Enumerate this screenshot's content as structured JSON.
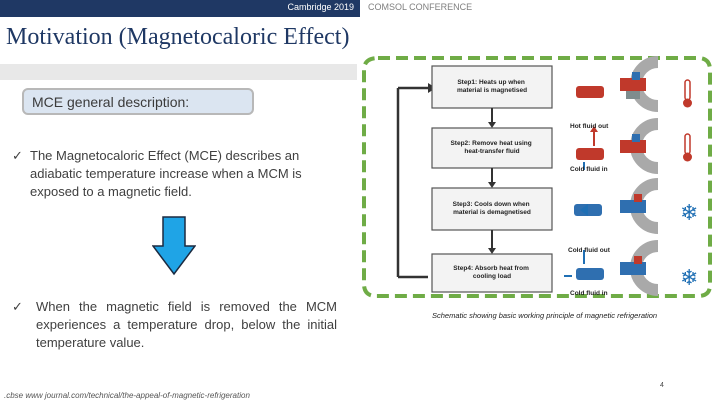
{
  "header": {
    "left_label": "Cambridge 2019",
    "right_label": "COMSOL CONFERENCE"
  },
  "slide": {
    "title": "Motivation (Magnetocaloric Effect)",
    "section_label": "MCE general description:",
    "bullet1": "The Magnetocaloric Effect (MCE) describes an adiabatic temperature increase when a MCM is exposed to a magnetic field.",
    "bullet2": "When the magnetic field is removed the MCM experiences a temperature drop, below the initial temperature value.",
    "check_glyph": "✓"
  },
  "diagram": {
    "steps": [
      "Step1: Heats up when material is magnetised",
      "Step2: Remove heat using heat-transfer fluid",
      "Step3: Cools down when material is demagnetised",
      "Step4: Absorb heat from cooling load"
    ],
    "labels": {
      "hot_fluid_out": "Hot fluid out",
      "cold_fluid_in_1": "Cold fluid in",
      "cold_fluid_out": "Cold fluid out",
      "cold_fluid_in_2": "Cold fluid in"
    },
    "caption": "Schematic showing basic working principle of magnetic refrigeration",
    "colors": {
      "dashed_border": "#6fac46",
      "magnet_red": "#c0392b",
      "magnet_blue": "#2f6fb0",
      "fluid_blue": "#1f6fb4"
    }
  },
  "footer": {
    "source": ".cbse www journal.com/technical/the-appeal-of-magnetic-refrigeration",
    "page": "4"
  }
}
